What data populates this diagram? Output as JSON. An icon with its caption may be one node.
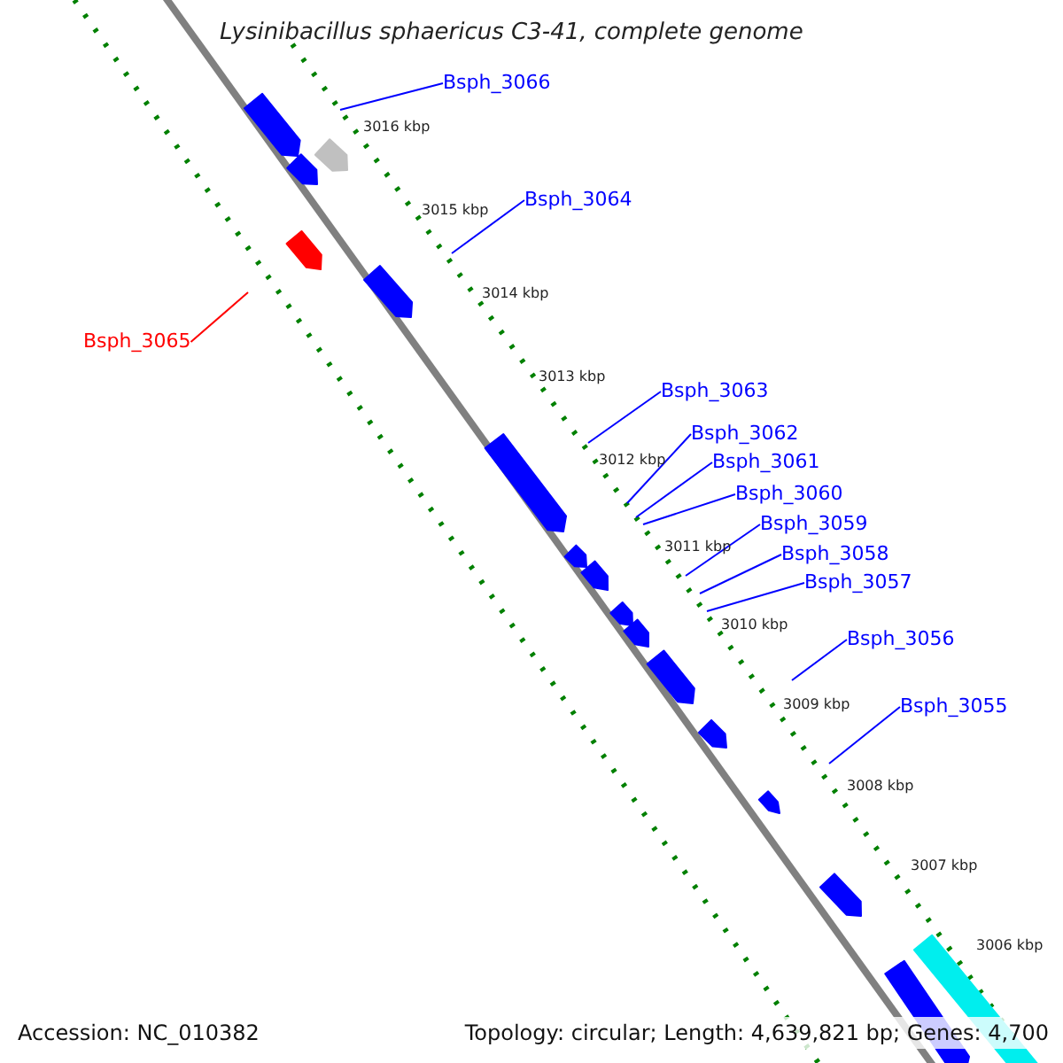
{
  "diagram": {
    "title": "Lysinibacillus sphaericus C3-41, complete genome",
    "nodes": [
      {
        "text": [
          "Bsph_3066"
        ]
      },
      {
        "text": [
          "Bsph_3064"
        ]
      },
      {
        "text": [
          "Bsph_3065"
        ]
      },
      {
        "text": [
          "Bsph_3063"
        ]
      },
      {
        "text": [
          "Bsph_3062"
        ]
      },
      {
        "text": [
          "Bsph_3061"
        ]
      },
      {
        "text": [
          "Bsph_3060"
        ]
      },
      {
        "text": [
          "Bsph_3059"
        ]
      },
      {
        "text": [
          "Bsph_3058"
        ]
      },
      {
        "text": [
          "Bsph_3057"
        ]
      },
      {
        "text": [
          "Bsph_3056"
        ]
      },
      {
        "text": [
          "Bsph_3055"
        ]
      }
    ],
    "edges": [
      {
        "from": 0,
        "to": null,
        "arrow": "none"
      },
      {
        "from": 1,
        "to": null,
        "arrow": "none"
      },
      {
        "from": 2,
        "to": null,
        "arrow": "none",
        "color": "#ff0000"
      },
      {
        "from": 3,
        "to": null,
        "arrow": "none"
      },
      {
        "from": 4,
        "to": null,
        "arrow": "none"
      },
      {
        "from": 5,
        "to": null,
        "arrow": "none"
      },
      {
        "from": 6,
        "to": null,
        "arrow": "none"
      },
      {
        "from": 7,
        "to": null,
        "arrow": "none"
      },
      {
        "from": 8,
        "to": null,
        "arrow": "none"
      },
      {
        "from": 9,
        "to": null,
        "arrow": "none"
      },
      {
        "from": 10,
        "to": null,
        "arrow": "none"
      },
      {
        "from": 11,
        "to": null,
        "arrow": "none"
      }
    ],
    "labels": [
      "3016 kbp",
      "3015 kbp",
      "3014 kbp",
      "3013 kbp",
      "3012 kbp",
      "3011 kbp",
      "3010 kbp",
      "3009 kbp",
      "3008 kbp",
      "3007 kbp",
      "3006 kbp",
      "Accession: NC_010382",
      "Topology: circular; Length: 4,639,821 bp; Genes: 4,700"
    ]
  }
}
